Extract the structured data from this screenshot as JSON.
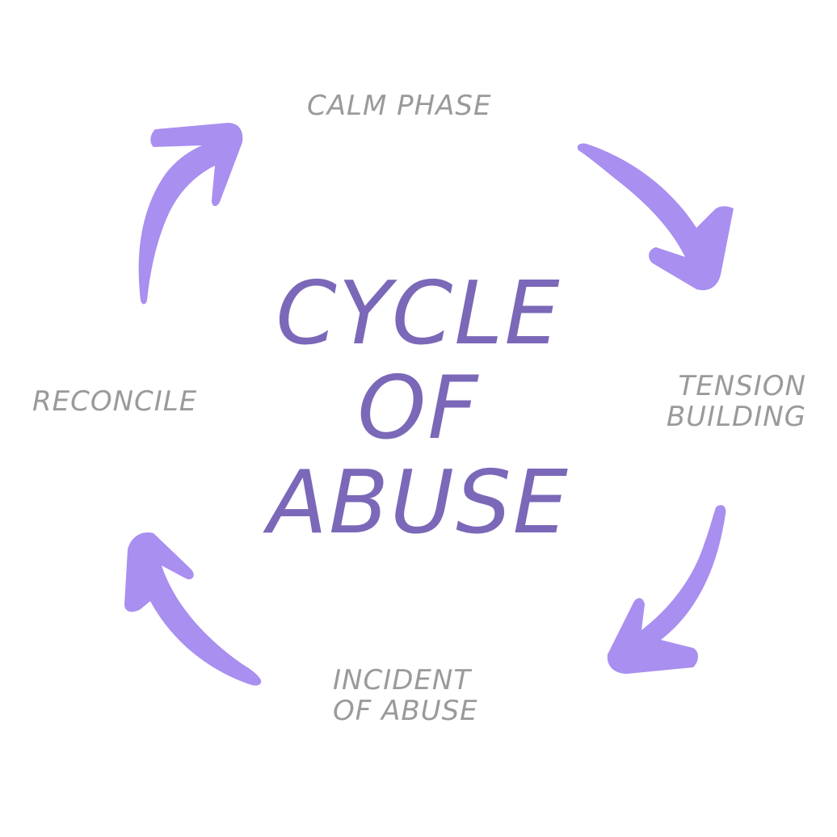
{
  "diagram": {
    "title_lines": [
      "CYCLE",
      "OF",
      "ABUSE"
    ],
    "phases": [
      {
        "id": "calm",
        "lines": [
          "CALM PHASE"
        ]
      },
      {
        "id": "tension",
        "lines": [
          "TENSION",
          "BUILDING"
        ]
      },
      {
        "id": "incident",
        "lines": [
          "INCIDENT",
          "OF ABUSE"
        ]
      },
      {
        "id": "reconcile",
        "lines": [
          "RECONCILE"
        ]
      }
    ],
    "arrows": [
      {
        "from": "reconcile",
        "to": "calm",
        "icon": "brush-arrow-up-right"
      },
      {
        "from": "calm",
        "to": "tension",
        "icon": "brush-arrow-down-right"
      },
      {
        "from": "tension",
        "to": "incident",
        "icon": "brush-arrow-down-left"
      },
      {
        "from": "incident",
        "to": "reconcile",
        "icon": "brush-arrow-up-left"
      }
    ],
    "colors": {
      "title": "#7b68b8",
      "arrow": "#a98ff0",
      "phase_text": "#9a9a9a",
      "background": "#ffffff"
    }
  }
}
